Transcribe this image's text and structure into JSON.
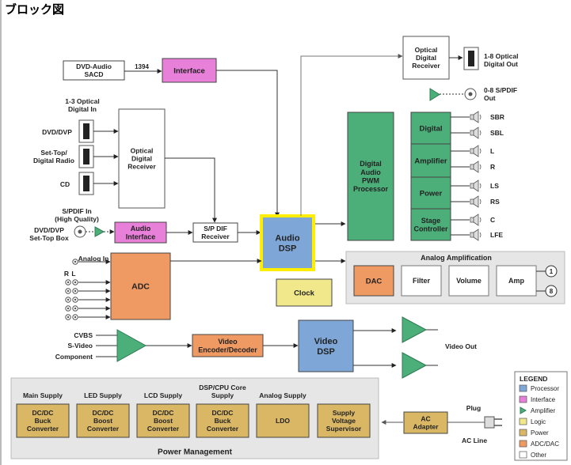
{
  "title": "ブロック図",
  "colors": {
    "processor": "#7ea7d8",
    "interface": "#e87fd8",
    "amplifier": "#4caf7a",
    "logic": "#f0e88a",
    "power": "#d9b765",
    "adc_dac": "#ef9a62",
    "other": "#ffffff",
    "panel": "#e6e6e6",
    "highlight": "#ffee00"
  },
  "inputs": {
    "dvd_audio": "DVD-Audio\nSACD",
    "label_1394": "1394",
    "optical_in": "1-3 Optical\nDigital In",
    "dvd_dvp": "DVD/DVP",
    "settop_radio": "Set-Top/\nDigital Radio",
    "cd": "CD",
    "spdif_in": "S/PDIF In\n(High Quality)",
    "spdif_source": "DVD/DVP\nSet-Top Box",
    "analog_in": "Analog In",
    "r": "R",
    "l": "L",
    "cvbs": "CVBS",
    "svideo": "S-Video",
    "component": "Component"
  },
  "blocks": {
    "interface": "Interface",
    "optical_receiver": "Optical\nDigital\nReceiver",
    "audio_interface": "Audio\nInterface",
    "spdif_receiver": "S/P DIF\nReceiver",
    "audio_dsp": "Audio\nDSP",
    "clock": "Clock",
    "adc": "ADC",
    "pwm": "Digital\nAudio\nPWM\nProcessor",
    "digital": "Digital",
    "amplifier": "Amplifier",
    "power": "Power",
    "stage_controller": "Stage\nController",
    "optical_out_receiver": "Optical\nDigital\nReceiver",
    "video_codec": "Video\nEncoder/Decoder",
    "video_dsp": "Video\nDSP",
    "ac_adapter": "AC\nAdapter"
  },
  "outputs": {
    "optical_out": "1-8 Optical\nDigital Out",
    "spdif_out": "0-8 S/PDIF\nOut",
    "speakers": [
      "SBR",
      "SBL",
      "L",
      "R",
      "LS",
      "RS",
      "C",
      "LFE"
    ],
    "video_out": "Video Out"
  },
  "analog_amp": {
    "title": "Analog Amplification",
    "dac": "DAC",
    "filter": "Filter",
    "volume": "Volume",
    "amp": "Amp",
    "out1": "1",
    "out8": "8"
  },
  "power_mgmt": {
    "title": "Power Management",
    "headers": [
      "Main Supply",
      "LED Supply",
      "LCD Supply",
      "DSP/CPU Core\nSupply",
      "Analog Supply",
      ""
    ],
    "boxes": [
      "DC/DC\nBuck\nConverter",
      "DC/DC\nBoost\nConverter",
      "DC/DC\nBoost\nConverter",
      "DC/DC\nBuck\nConverter",
      "LDO",
      "Supply\nVoltage\nSupervisor"
    ],
    "plug": "Plug",
    "ac_line": "AC Line"
  },
  "legend": {
    "title": "LEGEND",
    "items": [
      "Processor",
      "Interface",
      "Amplifier",
      "Logic",
      "Power",
      "ADC/DAC",
      "Other"
    ]
  }
}
